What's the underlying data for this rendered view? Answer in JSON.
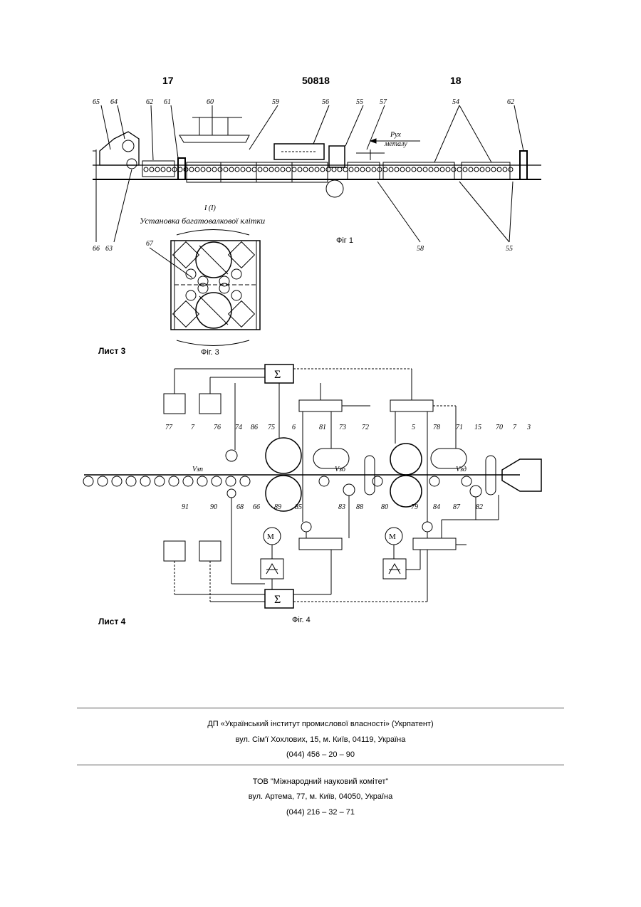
{
  "header": {
    "left_page": "17",
    "patent_number": "50818",
    "right_page": "18"
  },
  "fig1": {
    "caption": "Фіг 1",
    "direction_label_1": "Рух",
    "direction_label_2": "металу",
    "refs": [
      "65",
      "64",
      "62",
      "61",
      "60",
      "59",
      "56",
      "55",
      "57",
      "54",
      "62",
      "66",
      "63",
      "58",
      "55"
    ]
  },
  "fig3": {
    "section_label": "I (I)",
    "subtitle": "Установка багатовалкової клітки",
    "ref": "67",
    "caption": "Фіг. 3"
  },
  "sheet3": "Лист 3",
  "fig4": {
    "caption": "Фіг. 4",
    "sum_symbol": "Σ",
    "motor_symbol": "M",
    "refs_top": [
      "77",
      "7",
      "76",
      "74",
      "86",
      "75",
      "6",
      "81",
      "73",
      "72",
      "5",
      "78",
      "71",
      "15",
      "70",
      "7",
      "3"
    ],
    "refs_bottom": [
      "91",
      "90",
      "68",
      "66",
      "89",
      "85",
      "83",
      "88",
      "80",
      "79",
      "84",
      "87",
      "82"
    ],
    "speed_1": "Vзп",
    "speed_2": "Vзо",
    "speed_3": "Vзд"
  },
  "sheet4": "Лист 4",
  "footer": {
    "publisher": "ДП «Український інститут промислової власності» (Укрпатент)",
    "publisher_address": "вул. Сім'ї Хохлових, 15, м. Київ, 04119, Україна",
    "publisher_phone": "(044) 456 – 20 – 90",
    "printer": "ТОВ \"Міжнародний науковий комітет\"",
    "printer_address": "вул. Артема, 77, м. Київ, 04050, Україна",
    "printer_phone": "(044) 216 – 32 – 71"
  }
}
